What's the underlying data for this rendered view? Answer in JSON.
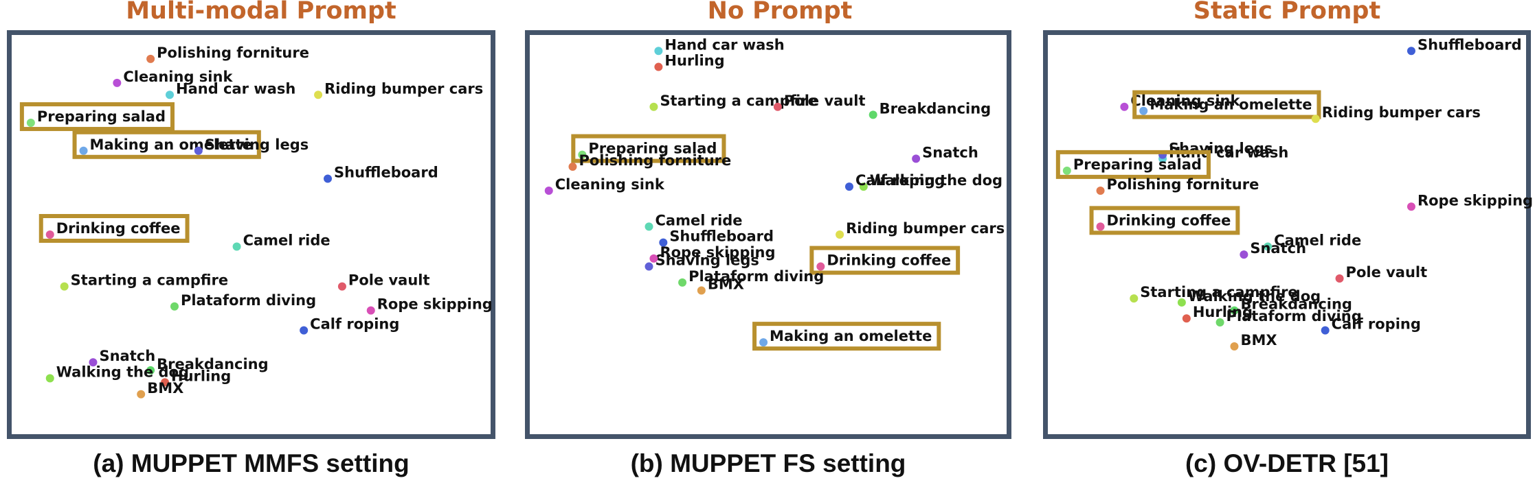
{
  "panels": [
    {
      "title": "Multi-modal Prompt",
      "caption": "(a) MUPPET MMFS setting",
      "points": [
        {
          "label": "Polishing forniture",
          "x": 0.29,
          "y": 0.06,
          "color": "#e07b4f"
        },
        {
          "label": "Cleaning sink",
          "x": 0.22,
          "y": 0.12,
          "color": "#b84fd6"
        },
        {
          "label": "Hand car wash",
          "x": 0.33,
          "y": 0.15,
          "color": "#5ecfd8"
        },
        {
          "label": "Riding bumper cars",
          "x": 0.64,
          "y": 0.15,
          "color": "#dede4f"
        },
        {
          "label": "Preparing salad",
          "x": 0.04,
          "y": 0.22,
          "color": "#7fe07a",
          "highlighted": true
        },
        {
          "label": "Making an omelette",
          "x": 0.15,
          "y": 0.29,
          "color": "#6fa8e8",
          "highlighted": true
        },
        {
          "label": "Shaving legs",
          "x": 0.39,
          "y": 0.29,
          "color": "#6060d8"
        },
        {
          "label": "Shuffleboard",
          "x": 0.66,
          "y": 0.36,
          "color": "#3f5fd6"
        },
        {
          "label": "Drinking coffee",
          "x": 0.08,
          "y": 0.5,
          "color": "#e05a9a",
          "highlighted": true
        },
        {
          "label": "Camel ride",
          "x": 0.47,
          "y": 0.53,
          "color": "#5ed8b4"
        },
        {
          "label": "Starting a campfire",
          "x": 0.11,
          "y": 0.63,
          "color": "#b6e04f"
        },
        {
          "label": "Pole vault",
          "x": 0.69,
          "y": 0.63,
          "color": "#e05a6a"
        },
        {
          "label": "Plataform diving",
          "x": 0.34,
          "y": 0.68,
          "color": "#6fd86a"
        },
        {
          "label": "Rope skipping",
          "x": 0.75,
          "y": 0.69,
          "color": "#d84fb6"
        },
        {
          "label": "Calf roping",
          "x": 0.61,
          "y": 0.74,
          "color": "#3f5fd6"
        },
        {
          "label": "Snatch",
          "x": 0.17,
          "y": 0.82,
          "color": "#9a4fd6"
        },
        {
          "label": "Breakdancing",
          "x": 0.29,
          "y": 0.84,
          "color": "#5ed86a"
        },
        {
          "label": "Walking the dog",
          "x": 0.08,
          "y": 0.86,
          "color": "#8ee04f"
        },
        {
          "label": "Hurling",
          "x": 0.32,
          "y": 0.87,
          "color": "#e0604f"
        },
        {
          "label": "BMX",
          "x": 0.27,
          "y": 0.9,
          "color": "#e0a04f"
        }
      ]
    },
    {
      "title": "No Prompt",
      "caption": "(b) MUPPET FS setting",
      "points": [
        {
          "label": "Hand car wash",
          "x": 0.27,
          "y": 0.04,
          "color": "#5ecfd8"
        },
        {
          "label": "Hurling",
          "x": 0.27,
          "y": 0.08,
          "color": "#e0604f"
        },
        {
          "label": "Starting a campfire",
          "x": 0.26,
          "y": 0.18,
          "color": "#b6e04f"
        },
        {
          "label": "Pole vault",
          "x": 0.52,
          "y": 0.18,
          "color": "#e05a6a"
        },
        {
          "label": "Breakdancing",
          "x": 0.72,
          "y": 0.2,
          "color": "#5ed86a"
        },
        {
          "label": "Preparing salad",
          "x": 0.11,
          "y": 0.3,
          "color": "#7fe07a",
          "highlighted": true
        },
        {
          "label": "Polishing forniture",
          "x": 0.09,
          "y": 0.33,
          "color": "#e07b4f"
        },
        {
          "label": "Snatch",
          "x": 0.81,
          "y": 0.31,
          "color": "#9a4fd6"
        },
        {
          "label": "Cleaning sink",
          "x": 0.04,
          "y": 0.39,
          "color": "#b84fd6"
        },
        {
          "label": "Walking the dog",
          "x": 0.7,
          "y": 0.38,
          "color": "#8ee04f"
        },
        {
          "label": "Calf roping",
          "x": 0.67,
          "y": 0.38,
          "color": "#3f5fd6"
        },
        {
          "label": "Riding bumper cars",
          "x": 0.65,
          "y": 0.5,
          "color": "#dede4f"
        },
        {
          "label": "Camel ride",
          "x": 0.25,
          "y": 0.48,
          "color": "#5ed8b4"
        },
        {
          "label": "Shuffleboard",
          "x": 0.28,
          "y": 0.52,
          "color": "#3f5fd6"
        },
        {
          "label": "Shaving legs",
          "x": 0.25,
          "y": 0.58,
          "color": "#6060d8"
        },
        {
          "label": "Rope skipping",
          "x": 0.26,
          "y": 0.56,
          "color": "#d84fb6"
        },
        {
          "label": "Drinking coffee",
          "x": 0.61,
          "y": 0.58,
          "color": "#e05a9a",
          "highlighted": true
        },
        {
          "label": "Plataform diving",
          "x": 0.32,
          "y": 0.62,
          "color": "#6fd86a"
        },
        {
          "label": "BMX",
          "x": 0.36,
          "y": 0.64,
          "color": "#e0a04f"
        },
        {
          "label": "Making an omelette",
          "x": 0.49,
          "y": 0.77,
          "color": "#6fa8e8",
          "highlighted": true
        }
      ]
    },
    {
      "title": "Static Prompt",
      "caption": "(c) OV-DETR [51]",
      "points": [
        {
          "label": "Shuffleboard",
          "x": 0.76,
          "y": 0.04,
          "color": "#3f5fd6"
        },
        {
          "label": "Cleaning sink",
          "x": 0.16,
          "y": 0.18,
          "color": "#b84fd6"
        },
        {
          "label": "Making an omelette",
          "x": 0.2,
          "y": 0.19,
          "color": "#6fa8e8",
          "highlighted": true
        },
        {
          "label": "Riding bumper cars",
          "x": 0.56,
          "y": 0.21,
          "color": "#dede4f"
        },
        {
          "label": "Hand car wash",
          "x": 0.24,
          "y": 0.31,
          "color": "#5ecfd8"
        },
        {
          "label": "Shaving legs",
          "x": 0.24,
          "y": 0.3,
          "color": "#6060d8"
        },
        {
          "label": "Preparing salad",
          "x": 0.04,
          "y": 0.34,
          "color": "#7fe07a",
          "highlighted": true
        },
        {
          "label": "Polishing forniture",
          "x": 0.11,
          "y": 0.39,
          "color": "#e07b4f"
        },
        {
          "label": "Rope skipping",
          "x": 0.76,
          "y": 0.43,
          "color": "#d84fb6"
        },
        {
          "label": "Drinking coffee",
          "x": 0.11,
          "y": 0.48,
          "color": "#e05a9a",
          "highlighted": true
        },
        {
          "label": "Camel ride",
          "x": 0.46,
          "y": 0.53,
          "color": "#5ed8b4"
        },
        {
          "label": "Snatch",
          "x": 0.41,
          "y": 0.55,
          "color": "#9a4fd6"
        },
        {
          "label": "Pole vault",
          "x": 0.61,
          "y": 0.61,
          "color": "#e05a6a"
        },
        {
          "label": "Starting a campfire",
          "x": 0.18,
          "y": 0.66,
          "color": "#b6e04f"
        },
        {
          "label": "Walking the dog",
          "x": 0.28,
          "y": 0.67,
          "color": "#8ee04f"
        },
        {
          "label": "Breakdancing",
          "x": 0.39,
          "y": 0.69,
          "color": "#5ed86a"
        },
        {
          "label": "Hurling",
          "x": 0.29,
          "y": 0.71,
          "color": "#e0604f"
        },
        {
          "label": "Plataform diving",
          "x": 0.36,
          "y": 0.72,
          "color": "#6fd86a"
        },
        {
          "label": "Calf roping",
          "x": 0.58,
          "y": 0.74,
          "color": "#3f5fd6"
        },
        {
          "label": "BMX",
          "x": 0.39,
          "y": 0.78,
          "color": "#e0a04f"
        }
      ]
    }
  ],
  "colors": {
    "title": "#c2652b",
    "frame": "#44546a",
    "highlight": "#b8902e"
  }
}
